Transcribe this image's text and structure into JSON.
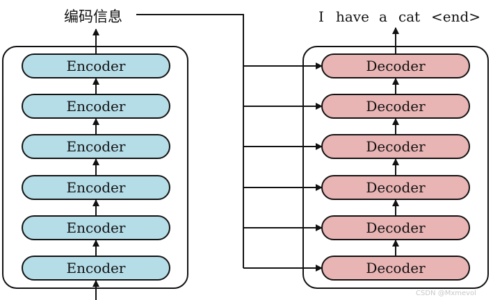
{
  "encoded_info_label": "编码信息",
  "output_tokens": [
    "I",
    "have",
    "a",
    "cat",
    "<end>"
  ],
  "encoder": {
    "block_label": "Encoder",
    "count": 6,
    "fill": "#b5dde8"
  },
  "decoder": {
    "block_label": "Decoder",
    "count": 6,
    "fill": "#e9b4b4"
  },
  "watermark": "CSDN @Mxmevol"
}
